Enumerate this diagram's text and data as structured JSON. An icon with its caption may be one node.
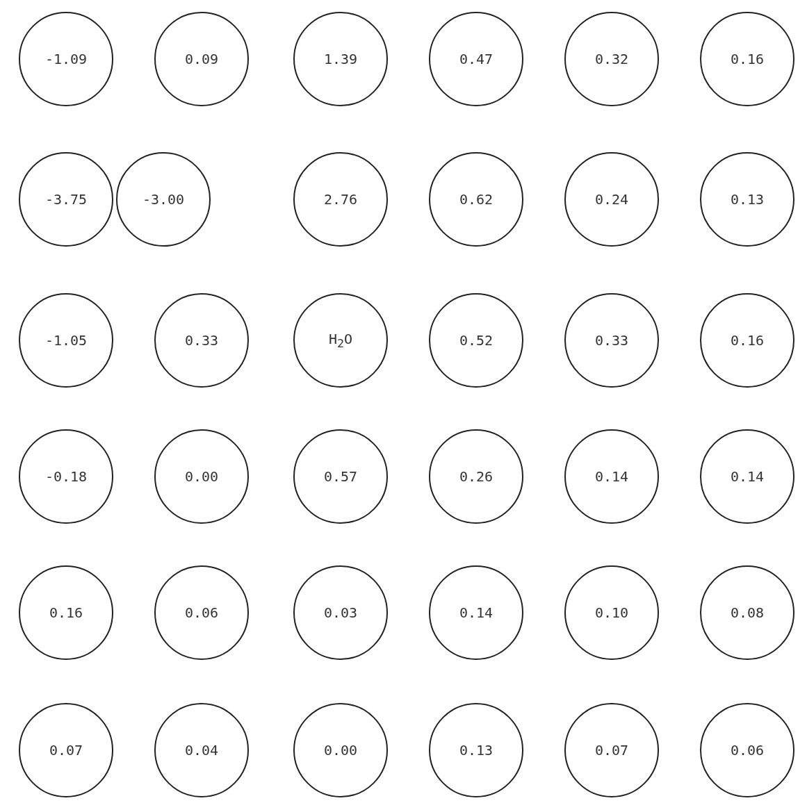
{
  "diagram": {
    "nodes": [
      {
        "text": [
          "-1.09"
        ]
      },
      {
        "text": [
          "0.09"
        ]
      },
      {
        "text": [
          "1.39"
        ]
      },
      {
        "text": [
          "0.47"
        ]
      },
      {
        "text": [
          "0.32"
        ]
      },
      {
        "text": [
          "0.16"
        ]
      },
      {
        "text": [
          "-3.75"
        ]
      },
      {
        "text": [
          "-3.00"
        ]
      },
      {
        "text": [
          "2.76"
        ]
      },
      {
        "text": [
          "0.62"
        ]
      },
      {
        "text": [
          "0.24"
        ]
      },
      {
        "text": [
          "0.13"
        ]
      },
      {
        "text": [
          "-1.05"
        ]
      },
      {
        "text": [
          "0.33"
        ]
      },
      {
        "text": [
          "H$_{2}$O"
        ]
      },
      {
        "text": [
          "0.52"
        ]
      },
      {
        "text": [
          "0.33"
        ]
      },
      {
        "text": [
          "0.16"
        ]
      },
      {
        "text": [
          "-0.18"
        ]
      },
      {
        "text": [
          "0.00"
        ]
      },
      {
        "text": [
          "0.57"
        ]
      },
      {
        "text": [
          "0.26"
        ]
      },
      {
        "text": [
          "0.14"
        ]
      },
      {
        "text": [
          "0.14"
        ]
      },
      {
        "text": [
          "0.16"
        ]
      },
      {
        "text": [
          "0.06"
        ]
      },
      {
        "text": [
          "0.03"
        ]
      },
      {
        "text": [
          "0.14"
        ]
      },
      {
        "text": [
          "0.10"
        ]
      },
      {
        "text": [
          "0.08"
        ]
      },
      {
        "text": [
          "0.07"
        ]
      },
      {
        "text": [
          "0.04"
        ]
      },
      {
        "text": [
          "0.00"
        ]
      },
      {
        "text": [
          "0.13"
        ]
      },
      {
        "text": [
          "0.07"
        ]
      },
      {
        "text": [
          "0.06"
        ]
      }
    ]
  }
}
